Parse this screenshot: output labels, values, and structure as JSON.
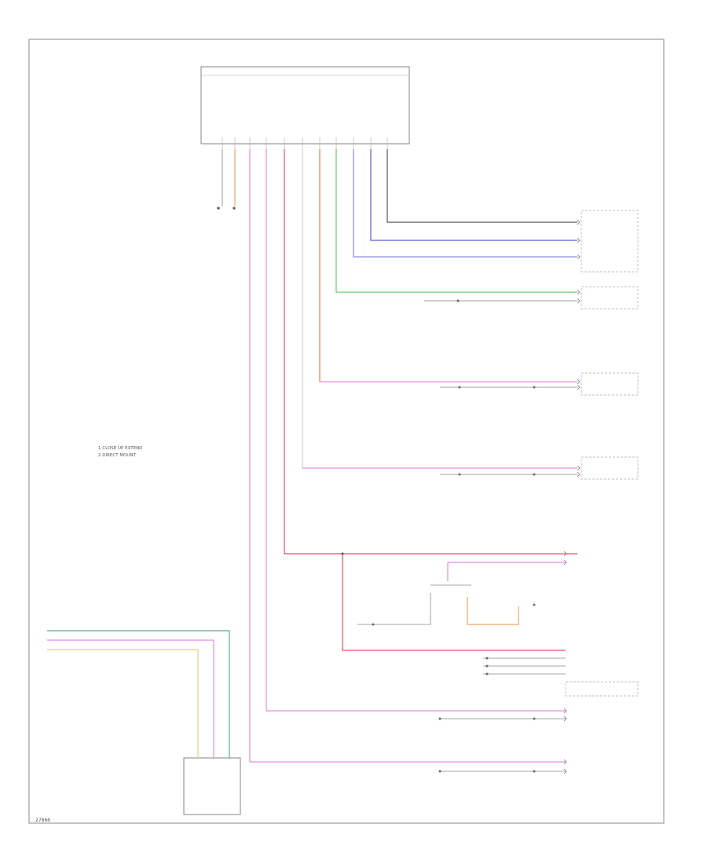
{
  "figure_id": "27866",
  "notes": [
    "1   CLOSE UP EXTEND",
    "2   DIRECT MOUNT"
  ],
  "colors": {
    "black": "#555555",
    "blue": "#5b5bd6",
    "light_blue": "#8d8de0",
    "green": "#6cc66c",
    "orange": "#f2a65a",
    "red": "#ef4a6e",
    "violet": "#e78ce7",
    "yellow": "#e8d07a",
    "teal": "#5aa89a",
    "white": "#cfcfcf"
  }
}
